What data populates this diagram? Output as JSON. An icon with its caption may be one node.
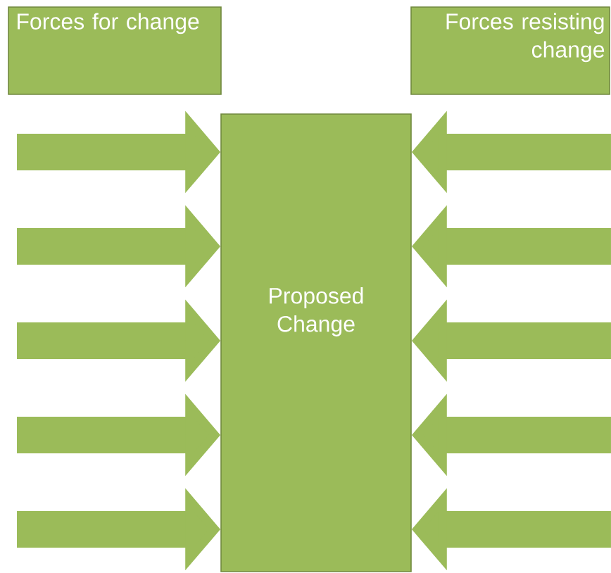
{
  "diagram": {
    "nodes": [
      {
        "text": [
          "Forces for change"
        ]
      },
      {
        "text": [
          "Forces resisting change"
        ]
      },
      {
        "text": [
          "Proposed Change"
        ]
      }
    ],
    "edges": [
      {
        "from": null,
        "to": 2,
        "arrow": "to"
      },
      {
        "from": null,
        "to": 2,
        "arrow": "to"
      },
      {
        "from": null,
        "to": 2,
        "arrow": "to"
      },
      {
        "from": null,
        "to": 2,
        "arrow": "to"
      },
      {
        "from": null,
        "to": 2,
        "arrow": "to"
      },
      {
        "from": null,
        "to": 2,
        "arrow": "to"
      },
      {
        "from": null,
        "to": 2,
        "arrow": "to"
      },
      {
        "from": null,
        "to": 2,
        "arrow": "to"
      },
      {
        "from": null,
        "to": 2,
        "arrow": "to"
      },
      {
        "from": null,
        "to": 2,
        "arrow": "to"
      }
    ]
  }
}
